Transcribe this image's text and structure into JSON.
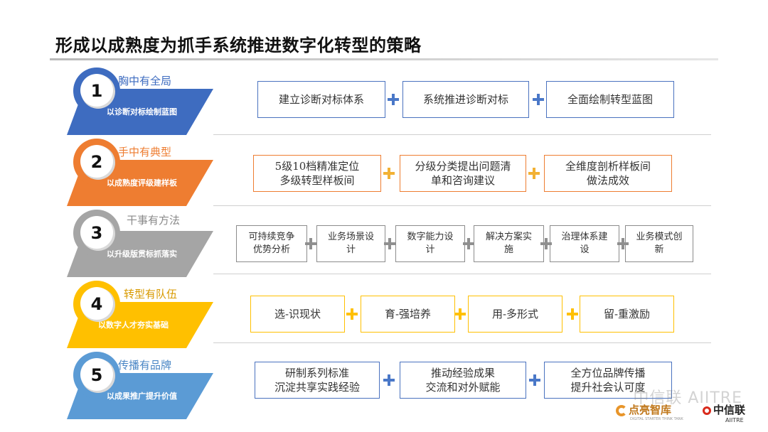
{
  "title": "形成以成熟度为抓手系统推进数字化转型的策略",
  "rows": [
    {
      "number": "1",
      "heading": "胸中有全局",
      "subheading": "以诊断对标绘制蓝图",
      "color": "#3e6cc0",
      "heading_color": "#3e6cc0",
      "plus_color": "#4a78c8",
      "items": [
        "建立诊断对标体系",
        "系统推进诊断对标",
        "全面绘制转型蓝图"
      ]
    },
    {
      "number": "2",
      "heading": "手中有典型",
      "subheading": "以成熟度评级建样板",
      "color": "#ee7d31",
      "heading_color": "#ee7d31",
      "plus_color": "#f2b134",
      "items": [
        "5级10档精准定位\n多级转型样板间",
        "分级分类提出问题清\n单和咨询建议",
        "全维度剖析样板间\n做法成效"
      ]
    },
    {
      "number": "3",
      "heading": "干事有方法",
      "subheading": "以升级版贯标抓落实",
      "color": "#a5a5a5",
      "heading_color": "#8a8a8a",
      "plus_color": "#8f8f8f",
      "items": [
        "可持续竞争\n优势分析",
        "业务场景设\n计",
        "数字能力设\n计",
        "解决方案实\n施",
        "治理体系建\n设",
        "业务模式创\n新"
      ]
    },
    {
      "number": "4",
      "heading": "转型有队伍",
      "subheading": "以数字人才夯实基础",
      "color": "#ffc000",
      "heading_color": "#d89a00",
      "plus_color": "#ffc000",
      "items": [
        "选-识现状",
        "育-强培养",
        "用-多形式",
        "留-重激励"
      ]
    },
    {
      "number": "5",
      "heading": "传播有品牌",
      "subheading": "以成果推广提升价值",
      "color": "#5b9bd5",
      "heading_color": "#4a86c5",
      "plus_color": "#4a78c8",
      "items": [
        "研制系列标准\n沉淀共享实践经验",
        "推动经验成果\n交流和对外赋能",
        "全方位品牌传播\n提升社会认可度"
      ]
    }
  ],
  "watermark": "中信联 AIITRE",
  "logos": {
    "left_name": "点亮智库",
    "left_sub": "DIGITAL STARTER THINK TANK",
    "right_name": "中信联",
    "right_sub": "AIITRE"
  }
}
